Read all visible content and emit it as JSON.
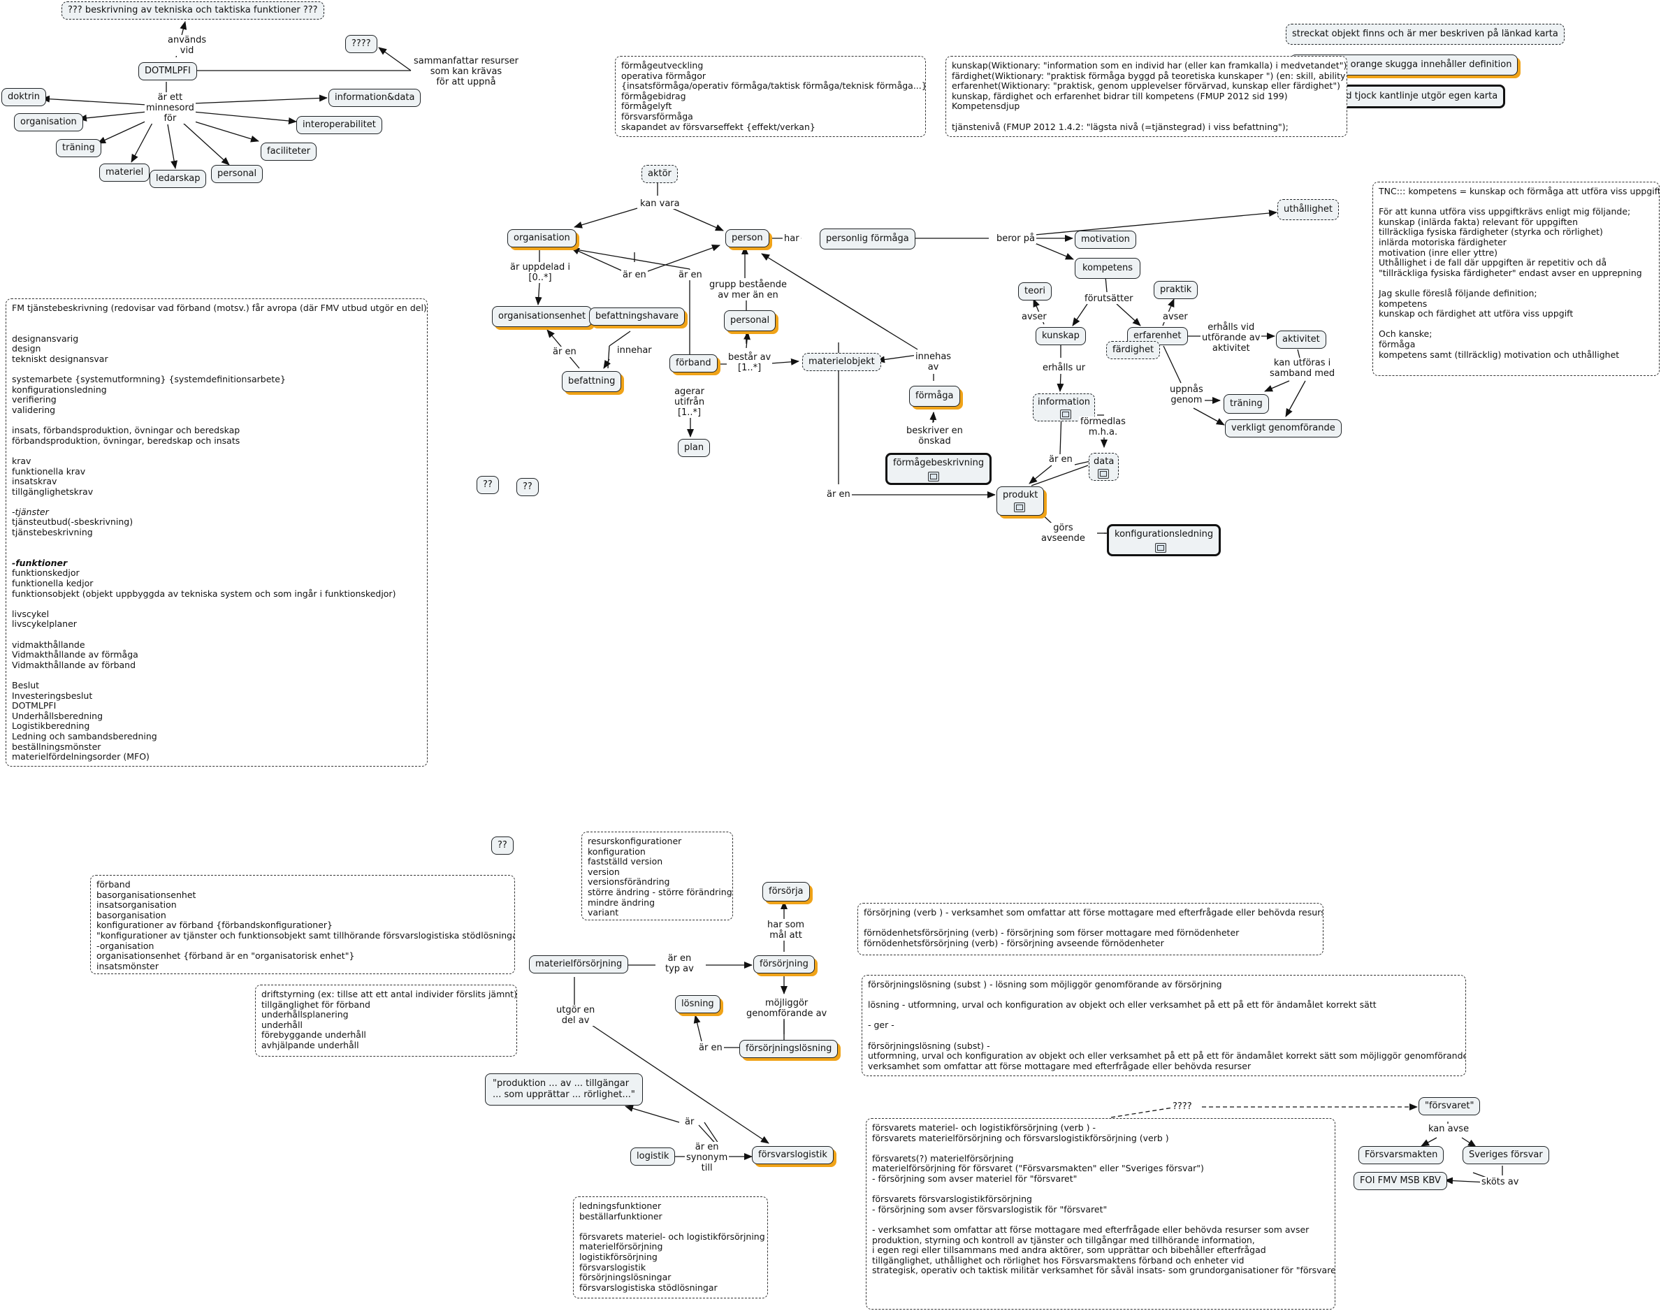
{
  "nodes": {
    "tech_taktik": "??? beskrivning av tekniska och taktiska funktioner ???",
    "dotmlpfi": "DOTMLPFI",
    "qq4_top": "????",
    "doktrin": "doktrin",
    "organisation_top": "organisation",
    "traning_top": "träning",
    "materiel": "materiel",
    "ledarskap": "ledarskap",
    "personal_top": "personal",
    "faciliteter": "faciliteter",
    "interoperabilitet": "interoperabilitet",
    "information_data": "information&data",
    "aktor": "aktör",
    "organisation": "organisation",
    "person": "person",
    "personlig_formaga": "personlig förmåga",
    "motivation": "motivation",
    "uthallighet": "uthållighet",
    "kompetens": "kompetens",
    "teori": "teori",
    "praktik": "praktik",
    "kunskap": "kunskap",
    "erfarenhet": "erfarenhet",
    "fardighet": "färdighet",
    "aktivitet": "aktivitet",
    "traning": "träning",
    "verkligt_genomforande": "verkligt genomförande",
    "information": "information",
    "data": "data",
    "produkt": "produkt",
    "konfigurationsledning": "konfigurationsledning",
    "organisationsenhet": "organisationsenhet",
    "befattningshavare": "befattningshavare",
    "befattning": "befattning",
    "personal": "personal",
    "forband": "förband",
    "plan": "plan",
    "materielobjekt": "materielobjekt",
    "formaga": "förmåga",
    "formagebeskrivning": "förmågebeskrivning",
    "qq_a": "??",
    "qq_b": "??",
    "qq_c": "??",
    "forsorja": "försörja",
    "materielforsorjning": "materielförsörjning",
    "forsorjning": "försörjning",
    "losning": "lösning",
    "forsorjningslosning": "försörjningslösning",
    "produktion_quote": "\"produktion ... av ... tillgängar\n... som upprättar ... rörlighet...\"",
    "logistik": "logistik",
    "forsvarslogistik": "försvarslogistik",
    "forsvaret_q": "\"försvaret\"",
    "forsvarsmakten": "Försvarsmakten",
    "sveriges_forsvar": "Sveriges försvar",
    "foi": "FOI FMV MSB KBV"
  },
  "legend": {
    "dashed": "streckat objekt finns och är mer beskriven på länkad karta",
    "orange": "objekt med orange skugga innehåller definition",
    "thick": "objekt med tjock kantlinje utgör egen karta"
  },
  "edge_labels": {
    "anvands_vid": "används\nvid",
    "sammanfattar": "sammanfattar resurser\nsom kan krävas\nför att uppnå",
    "ar_ett_minnesord": "är ett\nminnesord\nför",
    "kan_vara": "kan vara",
    "har": "har",
    "beror_pa": "beror på",
    "ar_uppdelad": "är uppdelad i\n[0..*]",
    "ar_en_1": "är en",
    "ar_en_2": "är en",
    "grupp": "grupp bestående\nav mer än en",
    "ar_en_3": "är en",
    "innehar": "innehar",
    "bestar_av": "består av\n[1..*]",
    "agerar": "agerar\nutifrån\n[1..*]",
    "innehas_av": "innehas\nav",
    "beskriver": "beskriver en\nönskad",
    "ar_en_4": "är en",
    "forutsatter": "förutsätter",
    "avser_1": "avser",
    "avser_2": "avser",
    "erhalls_vid": "erhålls vid\nutförande av\naktivitet",
    "kan_utforas": "kan utföras i\nsamband med",
    "uppnas_genom": "uppnås\ngenom",
    "erhalls_ur": "erhålls ur",
    "formedlas": "förmedlas\nm.h.a.",
    "ar_en_5": "är en",
    "gors_avseende": "görs\navseende",
    "har_som_mal": "har som\nmål att",
    "ar_en_typ_av": "är en\ntyp av",
    "mojliggor": "möjliggör\ngenomförande av",
    "ar_en_6": "är en",
    "utgor_en_del": "utgör en\ndel av",
    "ar": "är",
    "ar_en_synonym": "är en\nsynonym\ntill",
    "qqqq": "????",
    "kan_avse": "kan avse",
    "skots_av": "sköts av"
  },
  "notes": {
    "formageutveckling": [
      "förmågeutveckling",
      "operativa förmågor",
      "{insatsförmåga/operativ förmåga/taktisk förmåga/teknisk förmåga...}",
      "förmågebidrag",
      "förmågelyft",
      "försvarsförmåga",
      "skapandet av försvarseffekt {effekt/verkan}"
    ],
    "kunskap_wikt": [
      "kunskap(Wiktionary: \"information som en individ har (eller kan framkalla) i medvetandet\")",
      "färdighet(Wiktionary: \"praktisk förmåga byggd på teoretiska kunskaper \") (en: skill, ability)",
      "erfarenhet(Wiktionary: \"praktisk, genom upplevelser förvärvad, kunskap eller färdighet\")",
      "kunskap, färdighet och erfarenhet bidrar till kompetens (FMUP 2012 sid 199)",
      "Kompetensdjup",
      "",
      "tjänstenivå (FMUP 2012 1.4.2: \"lägsta nivå (=tjänstegrad) i viss befattning\");"
    ],
    "tnc": [
      "TNC::: kompetens = kunskap och förmåga att utföra viss uppgift",
      "",
      "För att kunna utföra viss uppgiftkrävs enligt mig följande;",
      "kunskap (inlärda fakta) relevant för uppgiften",
      "tillräckliga fysiska färdigheter (styrka och rörlighet)",
      "inlärda motoriska färdigheter",
      "motivation (inre eller yttre)",
      "Uthållighet i de fall där uppgiften är repetitiv och då",
      "\"tillräckliga fysiska färdigheter\" endast avser en upprepning",
      "",
      "Jag skulle föreslå följande definition;",
      "kompetens",
      "kunskap och färdighet att utföra viss uppgift",
      "",
      "Och kanske;",
      "förmåga",
      "kompetens samt (tillräcklig) motivation och uthållighet"
    ],
    "fm_tjanst": [
      "FM tjänstebeskrivning (redovisar vad förband (motsv.) får avropa (där FMV utbud utgör en del))",
      "",
      "",
      "designansvarig",
      "design",
      "tekniskt designansvar",
      "",
      "systemarbete {systemutformning} {systemdefinitionsarbete}",
      "konfigurationsledning",
      "verifiering",
      "validering",
      "",
      "insats, förbandsproduktion, övningar och beredskap",
      "förbandsproduktion, övningar, beredskap och insats",
      "",
      "krav",
      "funktionella krav",
      "insatskrav",
      "tillgänglighetskrav",
      "",
      "-tjänster",
      "tjänsteutbud(-sbeskrivning)",
      "tjänstebeskrivning",
      "",
      "",
      "-funktioner",
      "funktionskedjor",
      "funktionella kedjor",
      "funktionsobjekt (objekt uppbyggda av tekniska system och som ingår i funktionskedjor)",
      "",
      "livscykel",
      "livscykelplaner",
      "",
      "vidmakthållande",
      "Vidmakthållande av förmåga",
      "Vidmakthållande av förband",
      "",
      "Beslut",
      "Investeringsbeslut",
      "DOTMLPFI",
      "Underhållsberedning",
      "Logistikberedning",
      "Ledning och sambandsberedning",
      "beställningsmönster",
      "materielfördelningsorder (MFO)"
    ],
    "resurskonf": [
      "resurskonfigurationer",
      "konfiguration",
      "fastställd version",
      "version",
      "versionsförändring",
      "större ändring - större förändring",
      "mindre ändring",
      "variant"
    ],
    "forband_list": [
      "förband",
      "basorganisationsenhet",
      "insatsorganisation",
      "basorganisation",
      "konfigurationer av förband {förbandskonfigurationer}",
      "\"konfigurationer av tjänster och funktionsobjekt samt tillhörande försvarslogistiska stödlösningar\"",
      "-organisation",
      "organisationsenhet {förband är en \"organisatorisk enhet\"}",
      "insatsmönster"
    ],
    "driftstyrning": [
      "driftstyrning (ex: tillse att ett antal individer förslits jämnt)",
      "tillgänglighet för förband",
      "underhållsplanering",
      "underhåll",
      "förebyggande underhåll",
      "avhjälpande underhåll"
    ],
    "forsorjning_verb": [
      "försörjning (verb ) - verksamhet som omfattar att förse mottagare med efterfrågade eller behövda resurser",
      "",
      "förnödenhetsförsörjning (verb) - försörjning som förser mottagare med förnödenheter",
      "förnödenhetsförsörjning (verb) - försörjning avseende förnödenheter"
    ],
    "forsorjningslosning_subst": [
      "försörjningslösning (subst ) - lösning som möjliggör genomförande av försörjning",
      "",
      "lösning - utformning, urval och konfiguration av objekt och eller verksamhet på ett på ett för ändamålet korrekt sätt",
      "",
      "- ger -",
      "",
      "försörjningslösning (subst) -",
      "utformning, urval och konfiguration av objekt och eller verksamhet på ett på ett för ändamålet korrekt sätt som möjliggör genomförande av",
      "verksamhet som omfattar att förse mottagare med efterfrågade eller behövda resurser"
    ],
    "ledningsfunktioner": [
      "ledningsfunktioner",
      "beställarfunktioner",
      "",
      "försvarets materiel- och logistikförsörjning",
      "materielförsörjning",
      "logistikförsörjning",
      "försvarslogistik",
      "försörjningslösningar",
      "försvarslogistiska stödlösningar"
    ],
    "forsvarets_materiel": [
      "försvarets materiel- och logistikförsörjning (verb ) -",
      "försvarets materielförsörjning och försvarslogistikförsörjning (verb )",
      "",
      "försvarets(?) materielförsörjning",
      "materielförsörjning för försvaret (\"Försvarsmakten\" eller \"Sveriges försvar\")",
      "- försörjning som avser materiel för \"försvaret\"",
      "",
      "försvarets försvarslogistikförsörjning",
      "- försörjning som avser försvarslogistik för \"försvaret\"",
      "",
      "- verksamhet som omfattar att förse mottagare med efterfrågade eller behövda resurser som avser",
      "produktion, styrning och kontroll av tjänster och tillgångar med tillhörande information,",
      "i egen regi eller tillsammans med andra aktörer, som upprättar och bibehåller efterfrågad",
      "tillgänglighet, uthållighet och rörlighet hos Försvarsmaktens förband och enheter vid",
      "strategisk, operativ och taktisk militär verksamhet för såväl insats- som grundorganisationer för \"försvaret\""
    ]
  },
  "colors": {
    "node_fill": "#eef2f4",
    "shadow": "#f0a318",
    "line": "#111111",
    "accent_red": "#d0021b"
  }
}
